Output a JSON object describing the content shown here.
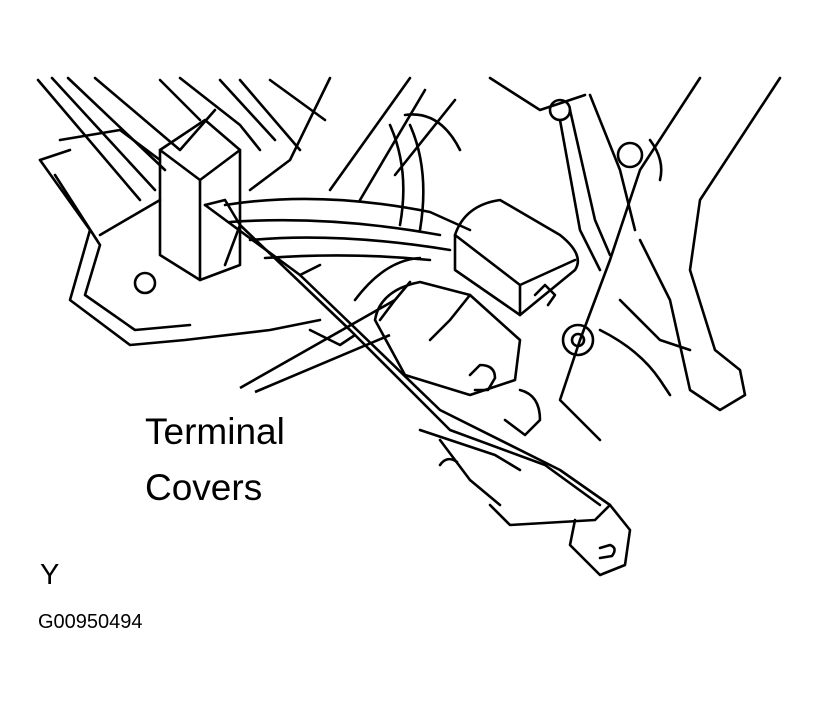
{
  "callout": {
    "line1": "Terminal",
    "line2": "Covers"
  },
  "view_letter": "Y",
  "figure_code": "G00950494",
  "colors": {
    "ink": "#000000",
    "paper": "#ffffff"
  }
}
